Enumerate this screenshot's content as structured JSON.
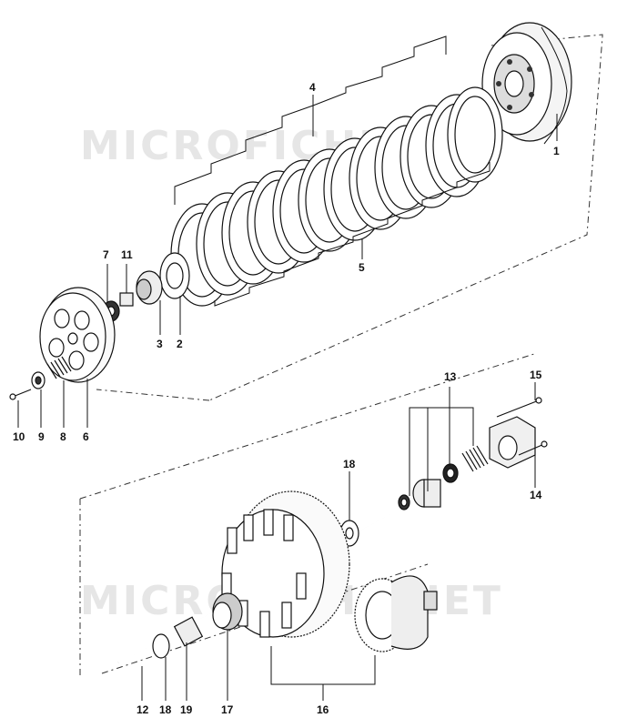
{
  "watermark": {
    "top": "MICROFICHE.NET",
    "bottom": "MICROFICHE.NET"
  },
  "labels": {
    "n1": "1",
    "n2": "2",
    "n3": "3",
    "n4": "4",
    "n5": "5",
    "n6": "6",
    "n7": "7",
    "n8": "8",
    "n9": "9",
    "n10": "10",
    "n11": "11",
    "n12": "12",
    "n13": "13",
    "n14": "14",
    "n15": "15",
    "n16": "16",
    "n17": "17",
    "n18a": "18",
    "n18b": "18",
    "n19": "19"
  }
}
